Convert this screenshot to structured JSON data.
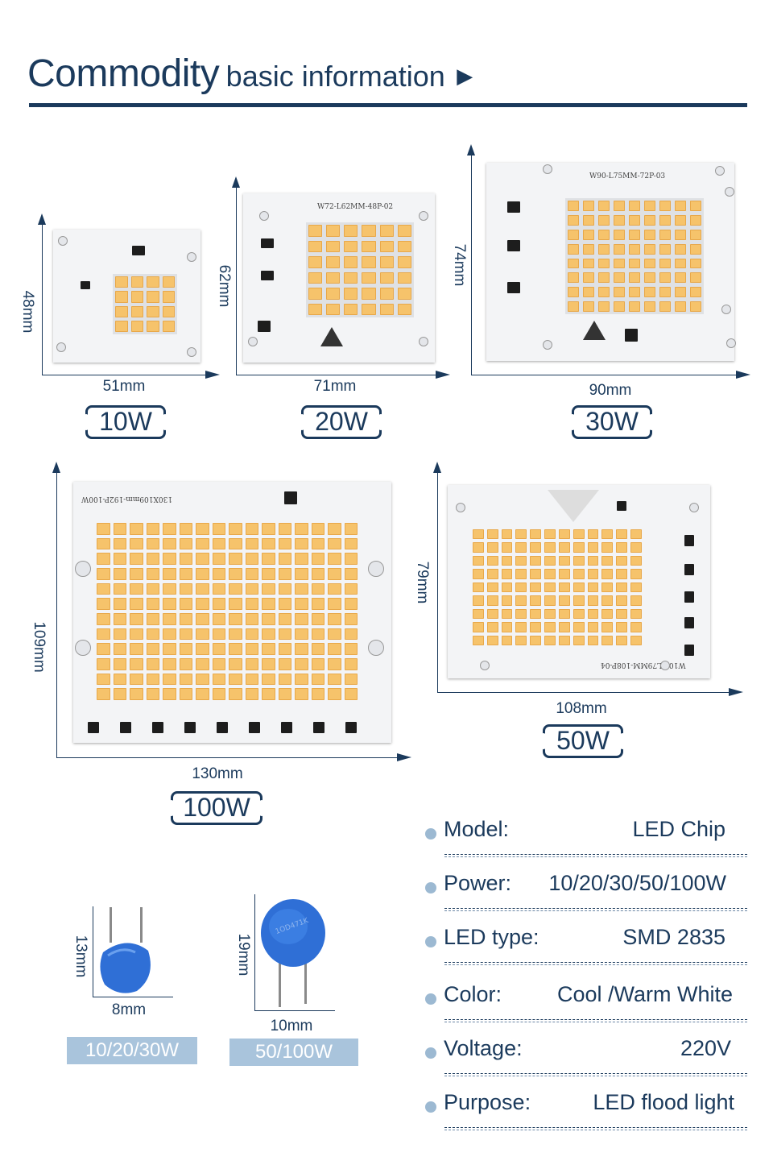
{
  "header": {
    "title_big": "Commodity",
    "title_small": "basic information"
  },
  "products": [
    {
      "power": "10W",
      "width": "51mm",
      "height": "48mm",
      "board_label": ""
    },
    {
      "power": "20W",
      "width": "71mm",
      "height": "62mm",
      "board_label": "W72-L62MM-48P-02"
    },
    {
      "power": "30W",
      "width": "90mm",
      "height": "74mm",
      "board_label": "W90-L75MM-72P-03"
    },
    {
      "power": "100W",
      "width": "130mm",
      "height": "109mm",
      "board_label": "130X109mm-192P-100W"
    },
    {
      "power": "50W",
      "width": "108mm",
      "height": "79mm",
      "board_label": "W108-L79MM-108P-04"
    }
  ],
  "varistors": [
    {
      "width": "8mm",
      "height": "13mm",
      "badge": "10/20/30W"
    },
    {
      "width": "10mm",
      "height": "19mm",
      "badge": "50/100W"
    }
  ],
  "specs": [
    {
      "label": "Model:",
      "value": "LED Chip"
    },
    {
      "label": "Power:",
      "value": "10/20/30/50/100W"
    },
    {
      "label": "LED type:",
      "value": "SMD 2835"
    },
    {
      "label": "Color:",
      "value": "Cool /Warm White"
    },
    {
      "label": "Voltage:",
      "value": "220V"
    },
    {
      "label": "Purpose:",
      "value": "LED flood light"
    }
  ],
  "colors": {
    "navy": "#1b3a5c",
    "led": "#f6c36b",
    "varistor_blue": "#2f6fd6",
    "badge": "#a9c4dc",
    "dot": "#9cb9d2"
  }
}
